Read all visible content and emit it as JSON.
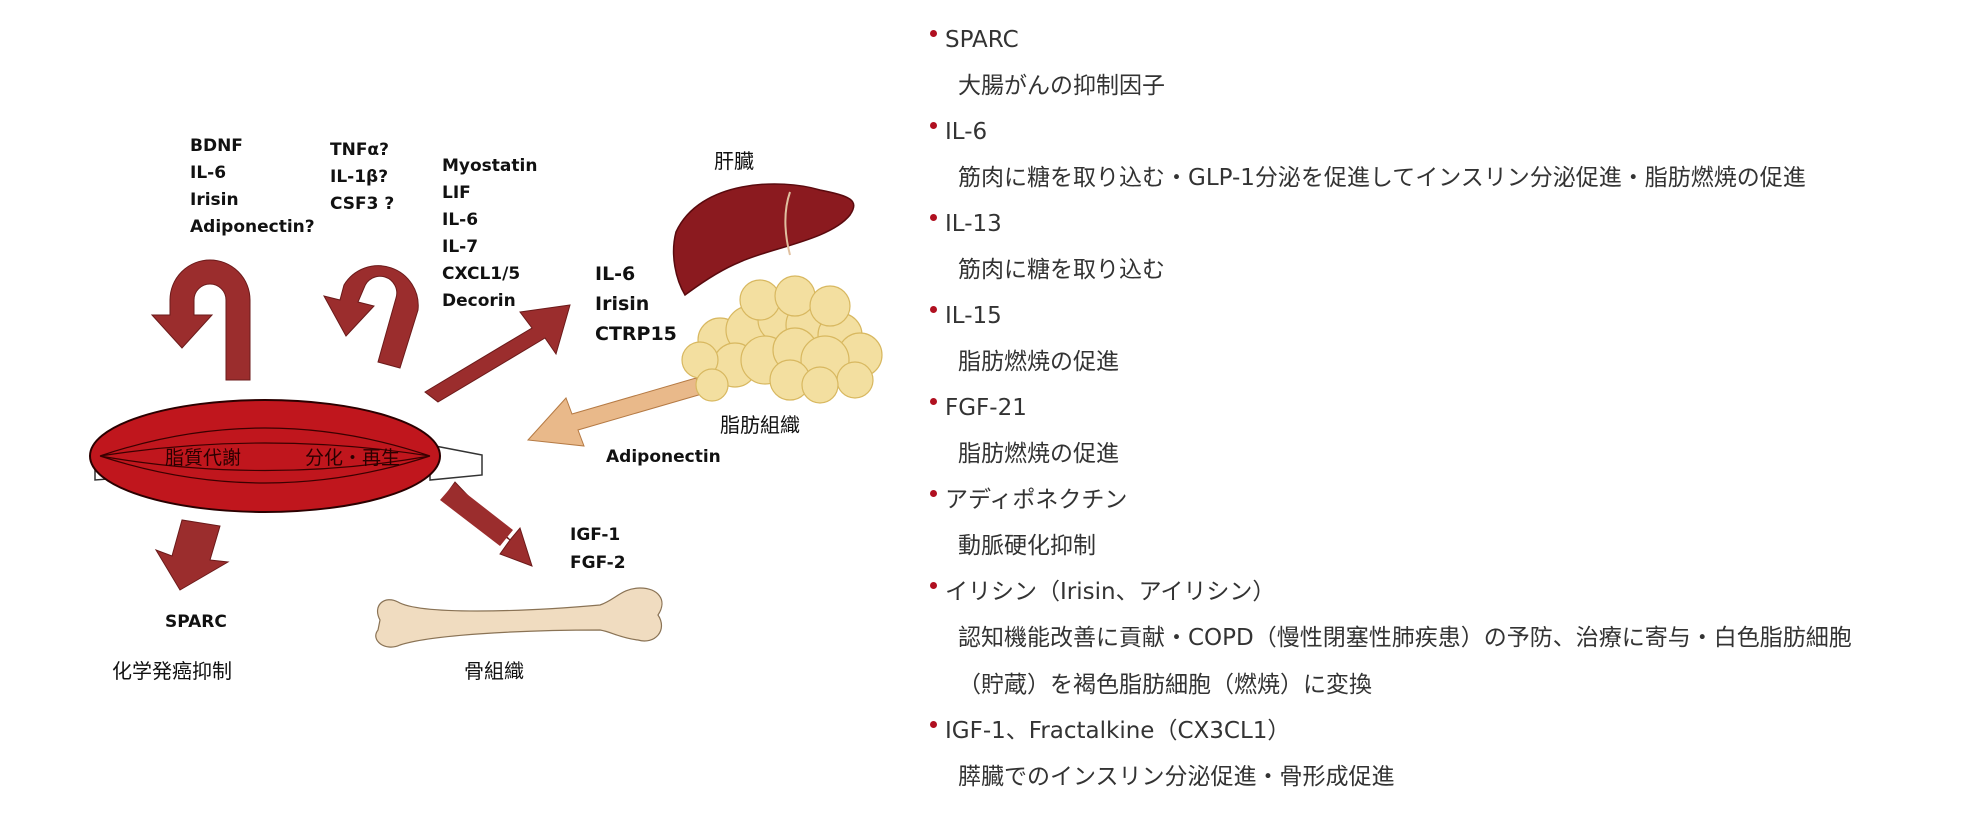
{
  "diagram": {
    "muscle_labels": [
      "脂質代謝",
      "分化・再生"
    ],
    "autocrine_group1": [
      "BDNF",
      "IL-6",
      "Irisin",
      "Adiponectin?"
    ],
    "autocrine_group2": [
      "TNFα?",
      "IL-1β?",
      "CSF3 ?"
    ],
    "myokine_group": [
      "Myostatin",
      "LIF",
      "IL-6",
      "IL-7",
      "CXCL1/5",
      "Decorin"
    ],
    "to_liver_fat_group": [
      "IL-6",
      "Irisin",
      "CTRP15"
    ],
    "liver_label": "肝臓",
    "fat_label": "脂肪組織",
    "fat_to_muscle_label": "Adiponectin",
    "bone_factors": [
      "IGF-1",
      "FGF-2"
    ],
    "bone_label": "骨組織",
    "sparc_label": "SPARC",
    "sparc_effect": "化学発癌抑制",
    "colors": {
      "muscle": "#c0161d",
      "arrow": "#9b2d2d",
      "liver": "#8b1a1f",
      "fat": "#f3dfa0",
      "fat_arrow": "#e9b98a",
      "bone": "#f0dcc0"
    }
  },
  "list": {
    "items": [
      {
        "title": "SPARC",
        "desc": [
          "大腸がんの抑制因子"
        ]
      },
      {
        "title": "IL-6",
        "desc": [
          "筋肉に糖を取り込む・GLP-1分泌を促進してインスリン分泌促進・脂肪燃焼の促進"
        ]
      },
      {
        "title": "IL-13",
        "desc": [
          "筋肉に糖を取り込む"
        ]
      },
      {
        "title": "IL-15",
        "desc": [
          "脂肪燃焼の促進"
        ]
      },
      {
        "title": "FGF-21",
        "desc": [
          "脂肪燃焼の促進"
        ]
      },
      {
        "title": "アディポネクチン",
        "desc": [
          "動脈硬化抑制"
        ]
      },
      {
        "title": "イリシン（Irisin、アイリシン）",
        "desc": [
          "認知機能改善に貢献・COPD（慢性閉塞性肺疾患）の予防、治療に寄与・白色脂肪細胞",
          "（貯蔵）を褐色脂肪細胞（燃焼）に変換"
        ]
      },
      {
        "title": "IGF-1、Fractalkine（CX3CL1）",
        "desc": [
          "膵臓でのインスリン分泌促進・骨形成促進"
        ]
      }
    ]
  }
}
